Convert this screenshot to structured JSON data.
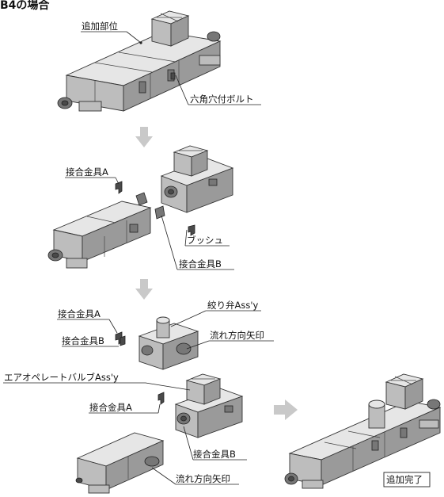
{
  "header": "B4の場合",
  "labels": {
    "added_part": "追加部位",
    "hex_bolt": "六角穴付ボルト",
    "joint_a_1": "接合金具A",
    "bush": "ブッシュ",
    "joint_b_1": "接合金具B",
    "joint_a_2": "接合金具A",
    "throttle_valve": "絞り弁Ass'y",
    "joint_b_2": "接合金具B",
    "flow_arrow_1": "流れ方向矢印",
    "air_operate_valve": "エアオペレートバルブAss'y",
    "joint_a_3": "接合金具A",
    "joint_b_3": "接合金具B",
    "flow_arrow_2": "流れ方向矢印",
    "complete": "追加完了"
  }
}
